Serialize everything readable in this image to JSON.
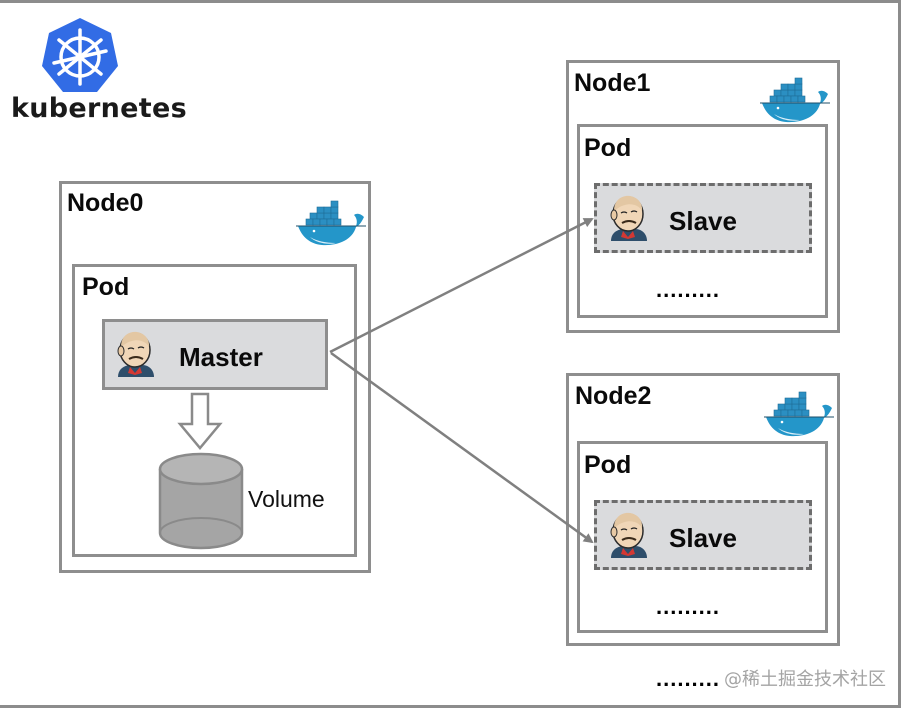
{
  "logo": {
    "text": "kubernetes",
    "color": "#326ce5"
  },
  "nodes": [
    {
      "title": "Node0",
      "pod_title": "Pod",
      "service_label": "Master",
      "volume_label": "Volume"
    },
    {
      "title": "Node1",
      "pod_title": "Pod",
      "service_label": "Slave",
      "ellipsis": "........."
    },
    {
      "title": "Node2",
      "pod_title": "Pod",
      "service_label": "Slave",
      "ellipsis": "........."
    }
  ],
  "more_nodes": ".........",
  "watermark": "@稀土掘金技术社区",
  "colors": {
    "docker": "#2496c9",
    "box_border": "#8e8e8e",
    "service_fill": "#dadbdd",
    "arrow": "#808080"
  }
}
